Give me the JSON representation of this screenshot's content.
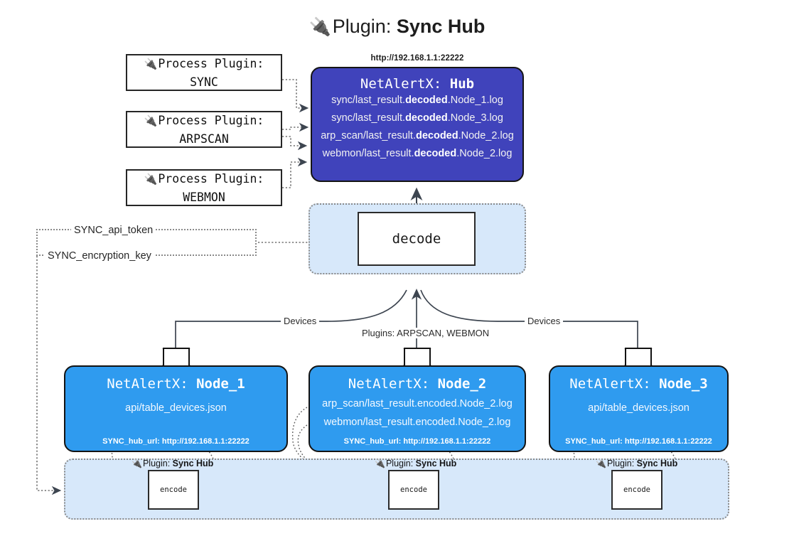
{
  "title": {
    "icon": "plug-icon",
    "prefix": "Plugin:",
    "name": "Sync Hub"
  },
  "process_plugins": [
    {
      "icon": "plug-icon",
      "line1": "Process Plugin:",
      "line2": "SYNC"
    },
    {
      "icon": "plug-icon",
      "line1": "Process Plugin:",
      "line2": "ARPSCAN"
    },
    {
      "icon": "plug-icon",
      "line1": "Process Plugin:",
      "line2": "WEBMON"
    }
  ],
  "hub": {
    "url": "http://192.168.1.1:22222",
    "title_prefix": "NetAlertX:",
    "title_name": "Hub",
    "logs": [
      {
        "pre": "sync/last_result.",
        "mid": "decoded",
        "post": ".Node_1.log"
      },
      {
        "pre": "sync/last_result.",
        "mid": "decoded",
        "post": ".Node_3.log"
      },
      {
        "pre": "arp_scan/last_result.",
        "mid": "decoded",
        "post": ".Node_2.log"
      },
      {
        "pre": "webmon/last_result.",
        "mid": "decoded",
        "post": ".Node_2.log"
      }
    ]
  },
  "decode": {
    "label": "decode"
  },
  "keys": {
    "api_token": "SYNC_api_token",
    "encryption_key": "SYNC_encryption_key"
  },
  "edge_labels": {
    "left": "Devices",
    "center": "Plugins: ARPSCAN, WEBMON",
    "right": "Devices"
  },
  "nodes": [
    {
      "title_prefix": "NetAlertX:",
      "title_name": "Node_1",
      "lines": [
        "api/table_devices.json"
      ],
      "hub_url_label": "SYNC_hub_url: http://192.168.1.1:22222",
      "envelope_icon": "envelope-icon"
    },
    {
      "title_prefix": "NetAlertX:",
      "title_name": "Node_2",
      "lines": [
        "arp_scan/last_result.encoded.Node_2.log",
        "webmon/last_result.encoded.Node_2.log"
      ],
      "hub_url_label": "SYNC_hub_url: http://192.168.1.1:22222",
      "envelope_icon": "envelope-icon"
    },
    {
      "title_prefix": "NetAlertX:",
      "title_name": "Node_3",
      "lines": [
        "api/table_devices.json"
      ],
      "hub_url_label": "SYNC_hub_url: http://192.168.1.1:22222",
      "envelope_icon": "envelope-icon"
    }
  ],
  "encoders": [
    {
      "icon": "plug-icon",
      "prefix": "Plugin:",
      "name": "Sync Hub",
      "box_label": "encode"
    },
    {
      "icon": "plug-icon",
      "prefix": "Plugin:",
      "name": "Sync Hub",
      "box_label": "encode"
    },
    {
      "icon": "plug-icon",
      "prefix": "Plugin:",
      "name": "Sync Hub",
      "box_label": "encode"
    }
  ],
  "colors": {
    "hub_fill": "#4043bb",
    "node_fill": "#2f9bef",
    "group_fill": "#d7e8fa",
    "stroke": "#141414",
    "dotted_stroke": "#8a8a8a",
    "background": "#ffffff"
  }
}
